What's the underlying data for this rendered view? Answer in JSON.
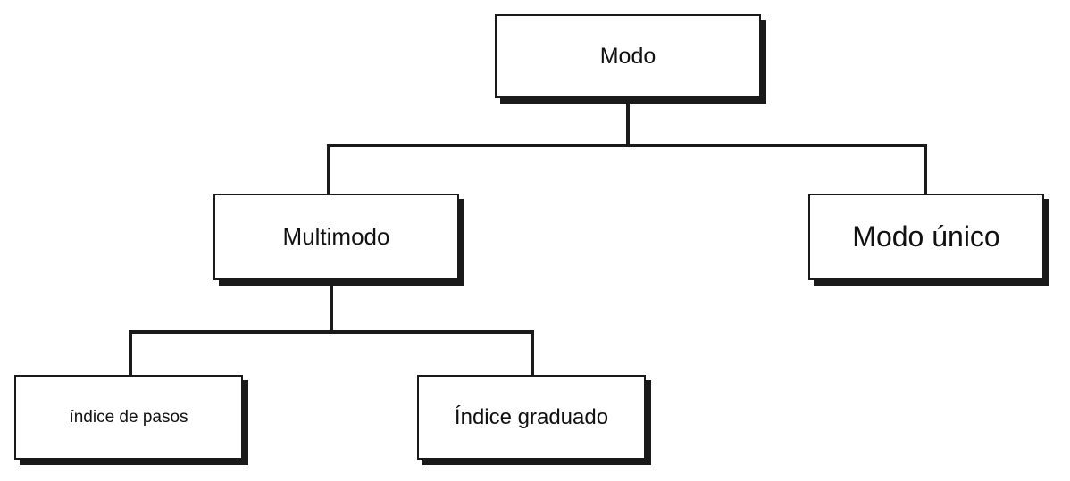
{
  "diagram": {
    "type": "tree",
    "root": {
      "label": "Modo"
    },
    "nodes": {
      "multimode": {
        "label": "Multimodo"
      },
      "single_mode": {
        "label": "Modo único"
      },
      "step_index": {
        "label": "índice de pasos"
      },
      "graded_index": {
        "label": "Índice graduado"
      }
    },
    "edges": [
      {
        "from": "root",
        "to": "multimode"
      },
      {
        "from": "root",
        "to": "single_mode"
      },
      {
        "from": "multimode",
        "to": "step_index"
      },
      {
        "from": "multimode",
        "to": "graded_index"
      }
    ],
    "colors": {
      "line": "#1a1a1a",
      "box_border": "#1a1a1a",
      "box_fill": "#ffffff",
      "text": "#111111"
    }
  }
}
